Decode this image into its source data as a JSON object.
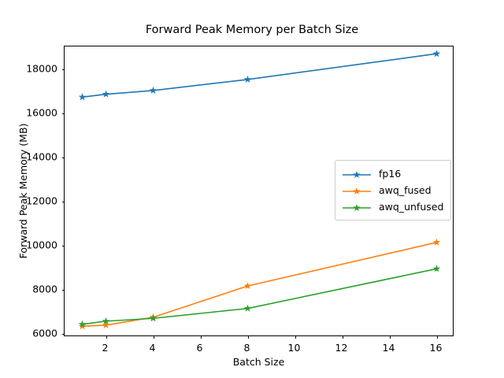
{
  "chart_data": {
    "type": "line",
    "title": "Forward Peak Memory per Batch Size",
    "xlabel": "Batch Size",
    "ylabel": "Forward Peak Memory (MB)",
    "x": [
      1,
      2,
      4,
      8,
      16
    ],
    "xlim": [
      0.25,
      16.75
    ],
    "ylim": [
      5850,
      19050
    ],
    "xticks": [
      2,
      4,
      6,
      8,
      10,
      12,
      14,
      16
    ],
    "xtick_labels": [
      "2",
      "4",
      "6",
      "8",
      "10",
      "12",
      "14",
      "16"
    ],
    "yticks": [
      6000,
      8000,
      10000,
      12000,
      14000,
      16000,
      18000
    ],
    "ytick_labels": [
      "6000",
      "8000",
      "10000",
      "12000",
      "14000",
      "16000",
      "18000"
    ],
    "grid": false,
    "legend_position": "center right",
    "marker": "star",
    "series": [
      {
        "name": "fp16",
        "color": "#1f77b4",
        "values": [
          16750,
          16880,
          17050,
          17550,
          18720
        ]
      },
      {
        "name": "awq_fused",
        "color": "#ff7f0e",
        "values": [
          6340,
          6390,
          6750,
          8170,
          10150
        ]
      },
      {
        "name": "awq_unfused",
        "color": "#2ca02c",
        "values": [
          6430,
          6570,
          6700,
          7150,
          8950
        ]
      }
    ]
  }
}
